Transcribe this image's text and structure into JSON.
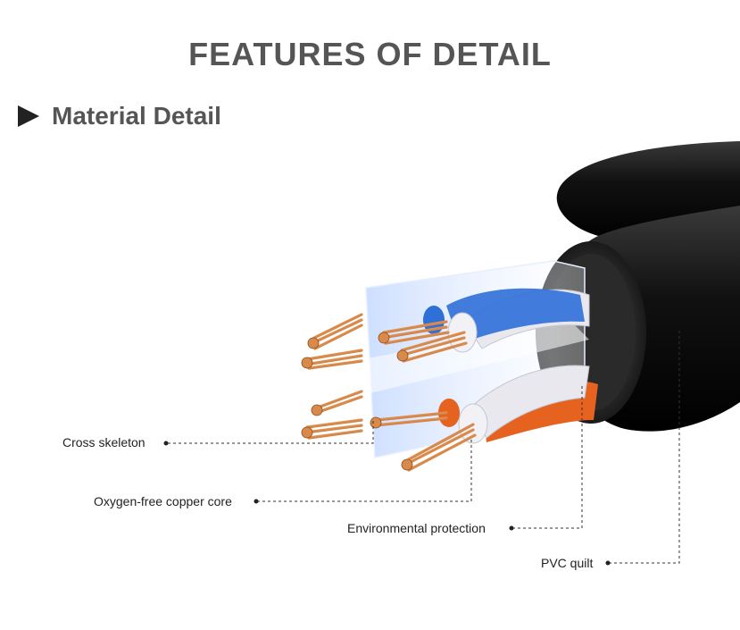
{
  "header": {
    "title": "FEATURES OF DETAIL"
  },
  "section": {
    "title": "Material Detail",
    "icon": "triangle-right-icon"
  },
  "callouts": [
    {
      "label": "Cross skeleton"
    },
    {
      "label": "Oxygen-free copper core"
    },
    {
      "label": "Environmental protection"
    },
    {
      "label": "PVC quilt"
    }
  ],
  "colors": {
    "heading": "#555555",
    "jacket": "#111111",
    "copper": "#d98a4a",
    "blue_wire": "#2f6fd8",
    "orange_wire": "#e5621f",
    "white_wire": "#e8e8ee"
  }
}
